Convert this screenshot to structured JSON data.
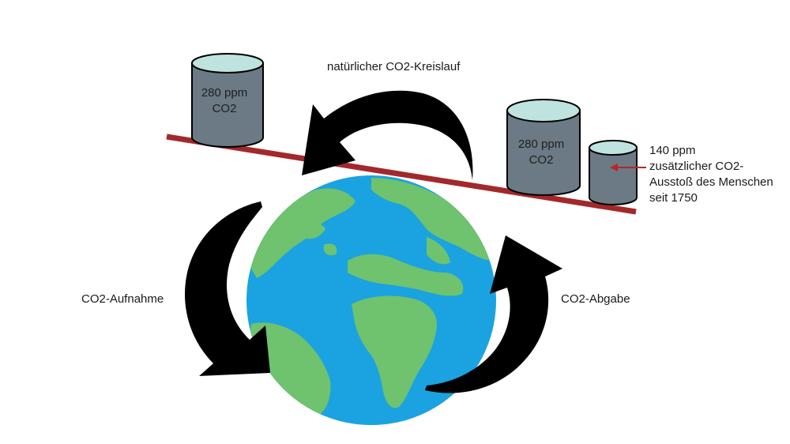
{
  "labels": {
    "cycle": "natürlicher CO2-Kreislauf",
    "uptake": "CO2-Aufnahme",
    "release": "CO2-Abgabe",
    "left_can": [
      "280 ppm",
      "CO2"
    ],
    "right_can": [
      "280 ppm",
      "CO2"
    ],
    "extra": [
      "140 ppm",
      "zusätzlicher CO2-",
      "Ausstoß des Menschen",
      "seit 1750"
    ]
  },
  "colors": {
    "ocean": "#1aa3e0",
    "land": "#6fc26e",
    "beam": "#a3282b",
    "can_body": "#6b7a84",
    "can_top": "#bfe3de",
    "arrow": "#000000",
    "pointer": "#b5262a"
  },
  "icons": [
    "earth-globe-icon",
    "co2-cylinder-icon",
    "curved-arrow-icon"
  ]
}
